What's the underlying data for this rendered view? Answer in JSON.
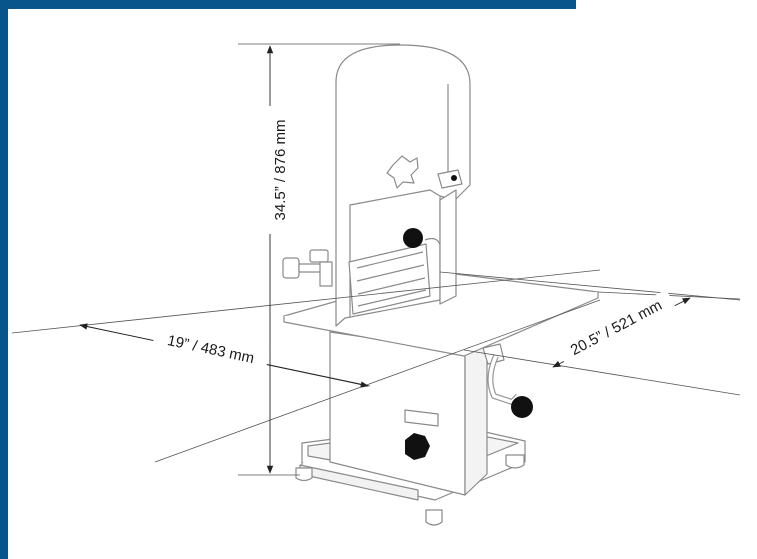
{
  "colors": {
    "frame_accent": "#07558a",
    "outline": "#8a8a8a",
    "dim_line": "#555555",
    "marker": "#111111"
  },
  "dimensions": {
    "height": "34.5” / 876 mm",
    "width": "19” / 483 mm",
    "depth": "20.5” / 521 mm"
  }
}
